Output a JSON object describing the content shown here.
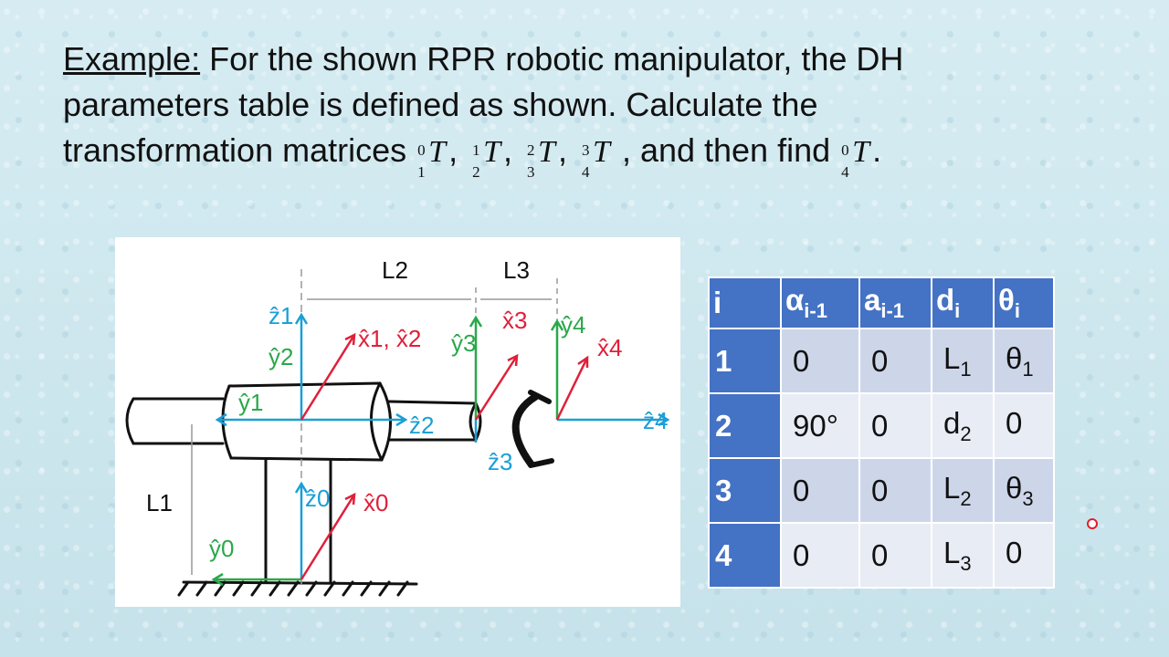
{
  "title": {
    "example_label": "Example:",
    "line1_rest": " For the shown RPR robotic manipulator, the DH",
    "line2": "parameters table is defined as shown. Calculate the",
    "line3_start": "transformation matrices",
    "line3_end": ", and then find",
    "period": ".",
    "matrices": [
      {
        "sup": "0",
        "sub": "1",
        "sym": "T"
      },
      {
        "sup": "1",
        "sub": "2",
        "sym": "T"
      },
      {
        "sup": "2",
        "sub": "3",
        "sym": "T"
      },
      {
        "sup": "3",
        "sub": "4",
        "sym": "T"
      }
    ],
    "final_matrix": {
      "sup": "0",
      "sub": "4",
      "sym": "T"
    }
  },
  "figure": {
    "labels": {
      "L2": "L2",
      "L3": "L3",
      "L1": "L1",
      "z1": "ẑ1",
      "y2": "ŷ2",
      "x1x2": "x̂1, x̂2",
      "y3": "ŷ3",
      "x3": "x̂3",
      "y4": "ŷ4",
      "x4": "x̂4",
      "y1": "ŷ1",
      "z2": "ẑ2",
      "z3": "ẑ3",
      "z4": "ẑ4",
      "z0": "ẑ0",
      "x0": "x̂0",
      "y0": "ŷ0"
    },
    "colors": {
      "z_axis": "#1a9fd6",
      "y_axis": "#2aa84a",
      "x_axis": "#e0203a",
      "ink": "#111111",
      "dim": "#999999"
    }
  },
  "dh_table": {
    "headers": [
      {
        "main": "i",
        "sub": ""
      },
      {
        "main": "α",
        "sub": "i-1"
      },
      {
        "main": "a",
        "sub": "i-1"
      },
      {
        "main": "d",
        "sub": "i"
      },
      {
        "main": "θ",
        "sub": "i"
      }
    ],
    "rows": [
      {
        "i": "1",
        "alpha": "0",
        "a": "0",
        "d": "L",
        "d_sub": "1",
        "theta": "θ",
        "theta_sub": "1"
      },
      {
        "i": "2",
        "alpha": "90°",
        "a": "0",
        "d": "d",
        "d_sub": "2",
        "theta": "0",
        "theta_sub": ""
      },
      {
        "i": "3",
        "alpha": "0",
        "a": "0",
        "d": "L",
        "d_sub": "2",
        "theta": "θ",
        "theta_sub": "3"
      },
      {
        "i": "4",
        "alpha": "0",
        "a": "0",
        "d": "L",
        "d_sub": "3",
        "theta": "0",
        "theta_sub": ""
      }
    ],
    "header_color": "#4472c4"
  }
}
